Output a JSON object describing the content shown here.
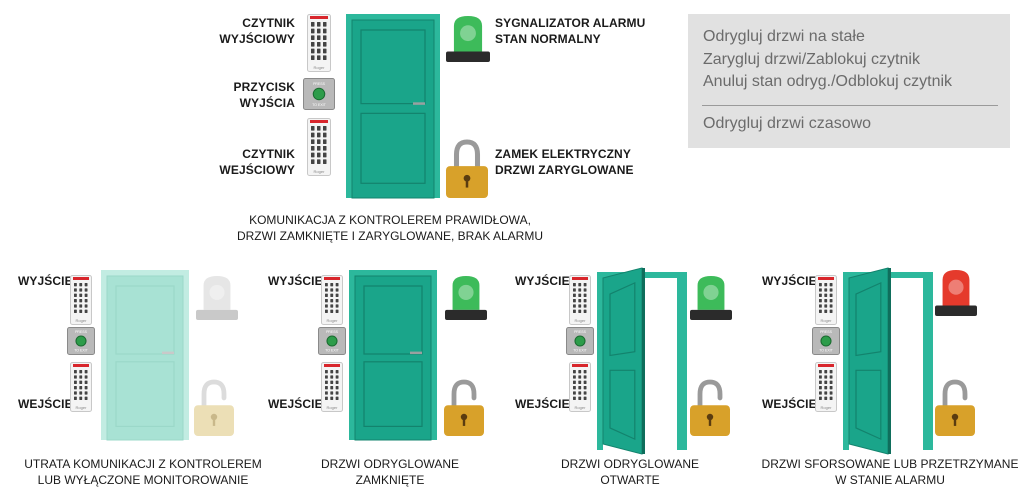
{
  "top": {
    "exit_reader_label": [
      "CZYTNIK",
      "WYJŚCIOWY"
    ],
    "exit_button_label": [
      "PRZYCISK",
      "WYJŚCIA"
    ],
    "entry_reader_label": [
      "CZYTNIK",
      "WEJŚCIOWY"
    ],
    "alarm_label": [
      "SYGNALIZATOR ALARMU",
      "STAN NORMALNY"
    ],
    "lock_label": [
      "ZAMEK ELEKTRYCZNY",
      "DRZWI ZARYGLOWANE"
    ],
    "caption": [
      "KOMUNIKACJA Z KONTROLEREM PRAWIDŁOWA,",
      "DRZWI ZAMKNIĘTE I ZARYGLOWANE, BRAK ALARMU"
    ]
  },
  "menu": {
    "items": [
      "Odrygluj drzwi na stałe",
      "Zarygluj drzwi/Zablokuj czytnik",
      "Anuluj stan odryg./Odblokuj czytnik"
    ],
    "secondary": "Odrygluj drzwi czasowo"
  },
  "panels": [
    {
      "exit_label": "WYJŚCIE",
      "entry_label": "WEJŚCIE",
      "caption": [
        "UTRATA KOMUNIKACJI Z KONTROLEREM",
        "LUB WYŁĄCZONE MONITOROWANIE"
      ],
      "door": "faded",
      "alarm": "off",
      "lock": "faded"
    },
    {
      "exit_label": "WYJŚCIE",
      "entry_label": "WEJŚCIE",
      "caption": [
        "DRZWI ODRYGLOWANE",
        "ZAMKNIĘTE"
      ],
      "door": "closed",
      "alarm": "green",
      "lock": "open"
    },
    {
      "exit_label": "WYJŚCIE",
      "entry_label": "WEJŚCIE",
      "caption": [
        "DRZWI ODRYGLOWANE",
        "OTWARTE"
      ],
      "door": "open",
      "alarm": "green",
      "lock": "open"
    },
    {
      "exit_label": "WYJŚCIE",
      "entry_label": "WEJŚCIE",
      "caption": [
        "DRZWI SFORSOWANE LUB PRZETRZYMANE",
        "W STANIE ALARMU"
      ],
      "door": "open",
      "alarm": "red",
      "lock": "open"
    }
  ],
  "colors": {
    "door": "#1aa58a",
    "frame": "#2cb89c",
    "alarm_green": "#3dbb5a",
    "alarm_red": "#e53a2c",
    "lock": "#d8a12a",
    "faded": "#a8e2d4"
  },
  "device_texts": {
    "brand": "Roger",
    "button_text_1": "PRESS",
    "button_text_2": "TO EXIT"
  }
}
